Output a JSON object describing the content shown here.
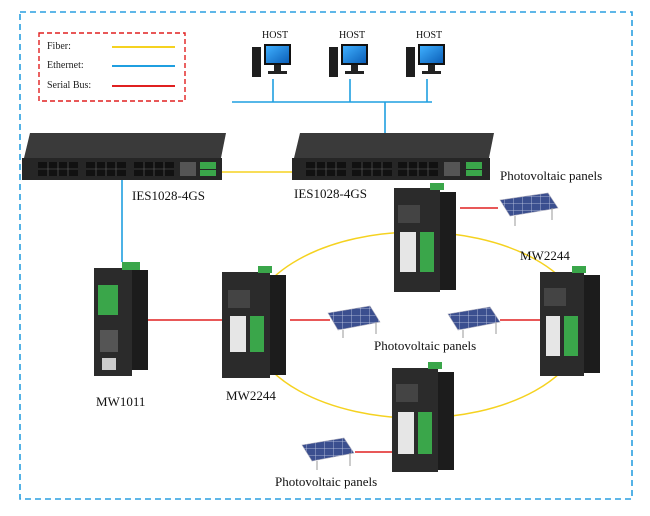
{
  "legend": {
    "items": [
      {
        "label": "Fiber:",
        "color": "#f5d220"
      },
      {
        "label": "Ethernet:",
        "color": "#1f9fe0"
      },
      {
        "label": "Serial Bus:",
        "color": "#e02020"
      }
    ]
  },
  "hosts": [
    {
      "label": "HOST"
    },
    {
      "label": "HOST"
    },
    {
      "label": "HOST"
    }
  ],
  "switches": [
    {
      "label": "IES1028-4GS"
    },
    {
      "label": "IES1028-4GS"
    }
  ],
  "devices": {
    "mw1011": "MW1011",
    "mw2244_left": "MW2244",
    "mw2244_right": "MW2244"
  },
  "panels": {
    "top_right": "Photovoltaic panels",
    "middle": "Photovoltaic panels",
    "bottom": "Photovoltaic panels"
  },
  "colors": {
    "border": "#2a9fe0",
    "legend_border": "#e02020",
    "fiber": "#f5d220",
    "ethernet": "#1f9fe0",
    "serial": "#e02020",
    "device_body": "#2b2b2b",
    "terminal_green": "#3aa64a"
  }
}
